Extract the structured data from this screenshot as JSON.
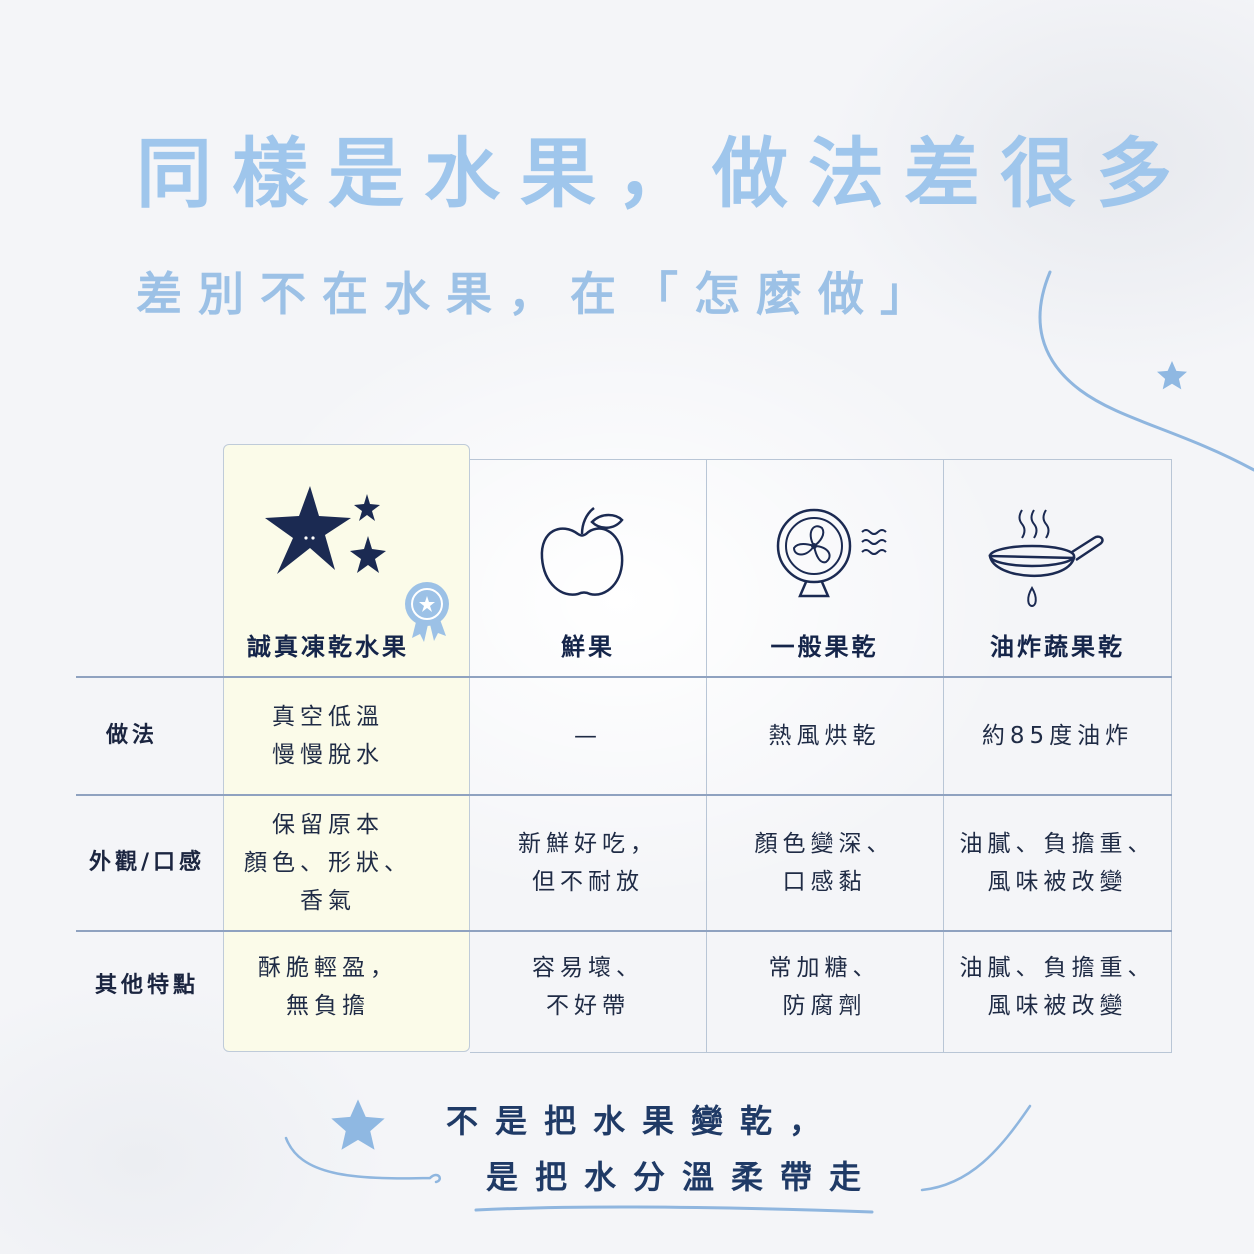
{
  "header": {
    "title": "同樣是水果，做法差很多",
    "subtitle": "差別不在水果，在「怎麼做」"
  },
  "table": {
    "columns": [
      {
        "label": "誠真凍乾水果",
        "icon": "stars-icon"
      },
      {
        "label": "鮮果",
        "icon": "apple-icon"
      },
      {
        "label": "一般果乾",
        "icon": "fan-icon"
      },
      {
        "label": "油炸蔬果乾",
        "icon": "frying-pan-icon"
      }
    ],
    "rows": [
      {
        "label": "做法",
        "cells": [
          [
            "真空低溫",
            "慢慢脫水"
          ],
          [
            "—"
          ],
          [
            "熱風烘乾"
          ],
          [
            "約85度油炸"
          ]
        ]
      },
      {
        "label": "外觀/口感",
        "cells": [
          [
            "保留原本",
            "顏色、形狀、",
            "香氣"
          ],
          [
            "新鮮好吃，",
            "但不耐放"
          ],
          [
            "顏色變深、",
            "口感黏"
          ],
          [
            "油膩、負擔重、",
            "風味被改變"
          ]
        ]
      },
      {
        "label": "其他特點",
        "cells": [
          [
            "酥脆輕盈，",
            "無負擔"
          ],
          [
            "容易壞、",
            "不好帶"
          ],
          [
            "常加糖、",
            "防腐劑"
          ],
          [
            "油膩、負擔重、",
            "風味被改變"
          ]
        ]
      }
    ]
  },
  "footer": {
    "line1": "不是把水果變乾，",
    "line2": "是把水分溫柔帶走"
  },
  "colors": {
    "title": "#9fc6ec",
    "navy": "#1b2a52",
    "highlight": "#fbfbe9",
    "accent_star": "#8fb8e2"
  }
}
